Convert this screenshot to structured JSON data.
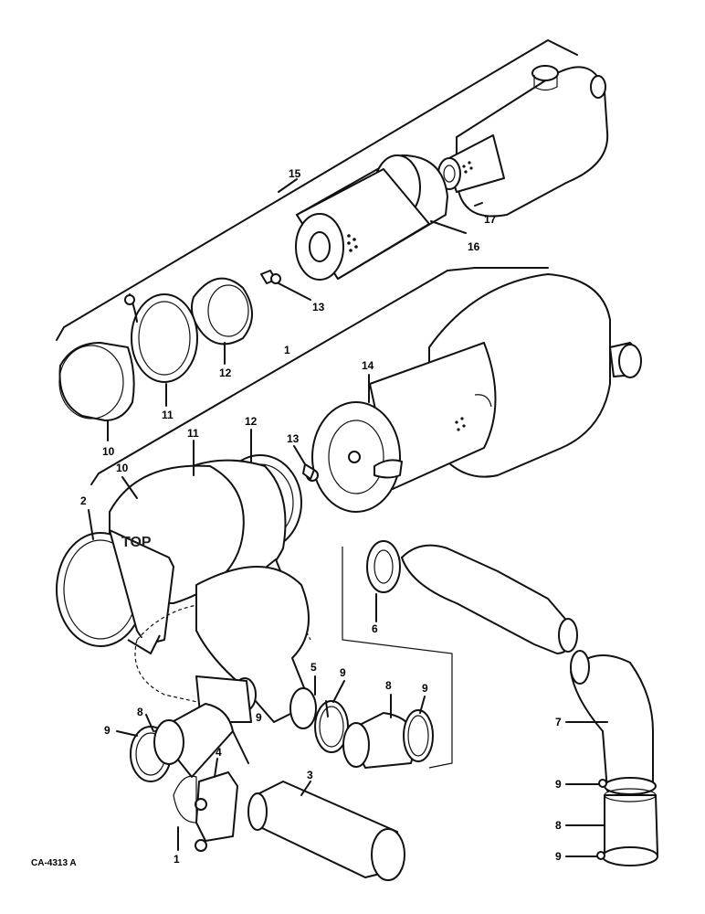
{
  "callouts": {
    "c15": "15",
    "c17": "17",
    "c16": "16",
    "c13a": "13",
    "c12a": "12",
    "c11a": "11",
    "c10a": "10",
    "c1a": "1",
    "c14": "14",
    "c12b": "12",
    "c11b": "11",
    "c13b": "13",
    "c2": "2",
    "c10b": "10",
    "c6": "6",
    "c5": "5",
    "c9a": "9",
    "c8a": "8",
    "c9b": "9",
    "c8b": "8",
    "c9c": "9",
    "c9d": "9",
    "c4": "4",
    "c3": "3",
    "c7": "7",
    "c9e": "9",
    "c8c": "8",
    "c9f": "9",
    "c1b": "1"
  },
  "embossed_text": "TOP",
  "figure_code": "CA-4313 A"
}
